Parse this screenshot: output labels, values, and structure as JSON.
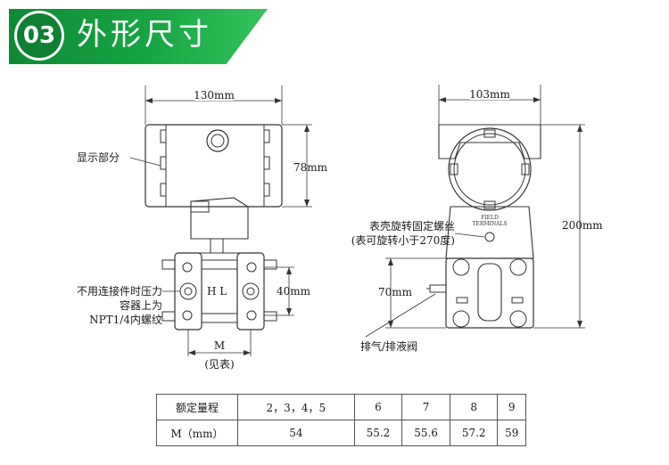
{
  "banner": {
    "number": "03",
    "title": "外形尺寸"
  },
  "left_view": {
    "width_label": "130mm",
    "height_label": "78mm",
    "display_label": "显示部分",
    "hl_label": "H  L",
    "thread_note": [
      "不用连接件时压力",
      "容器上为",
      "NPT1/4内螺纹"
    ],
    "bottom_dim_label": "40mm",
    "m_label": "M",
    "see_table_label": "(见表)"
  },
  "right_view": {
    "width_label": "103mm",
    "height_label": "200mm",
    "lower_height_label": "70mm",
    "cover_note": [
      "表壳旋转固定螺丝",
      "(表可旋转小于270度)"
    ],
    "vent_label": "排气/排液阀",
    "terminal_text": [
      "FIELD",
      "TERMINALS"
    ]
  },
  "table": {
    "header": "额定量程",
    "row_label": "M（mm）",
    "ranges": [
      "2，3，4，5",
      "6",
      "7",
      "8",
      "9"
    ],
    "m_values": [
      "54",
      "55.2",
      "55.6",
      "57.2",
      "59"
    ]
  },
  "colors": {
    "banner_green": "#17a643",
    "badge_green": "#0f7f31",
    "line": "#333333"
  }
}
